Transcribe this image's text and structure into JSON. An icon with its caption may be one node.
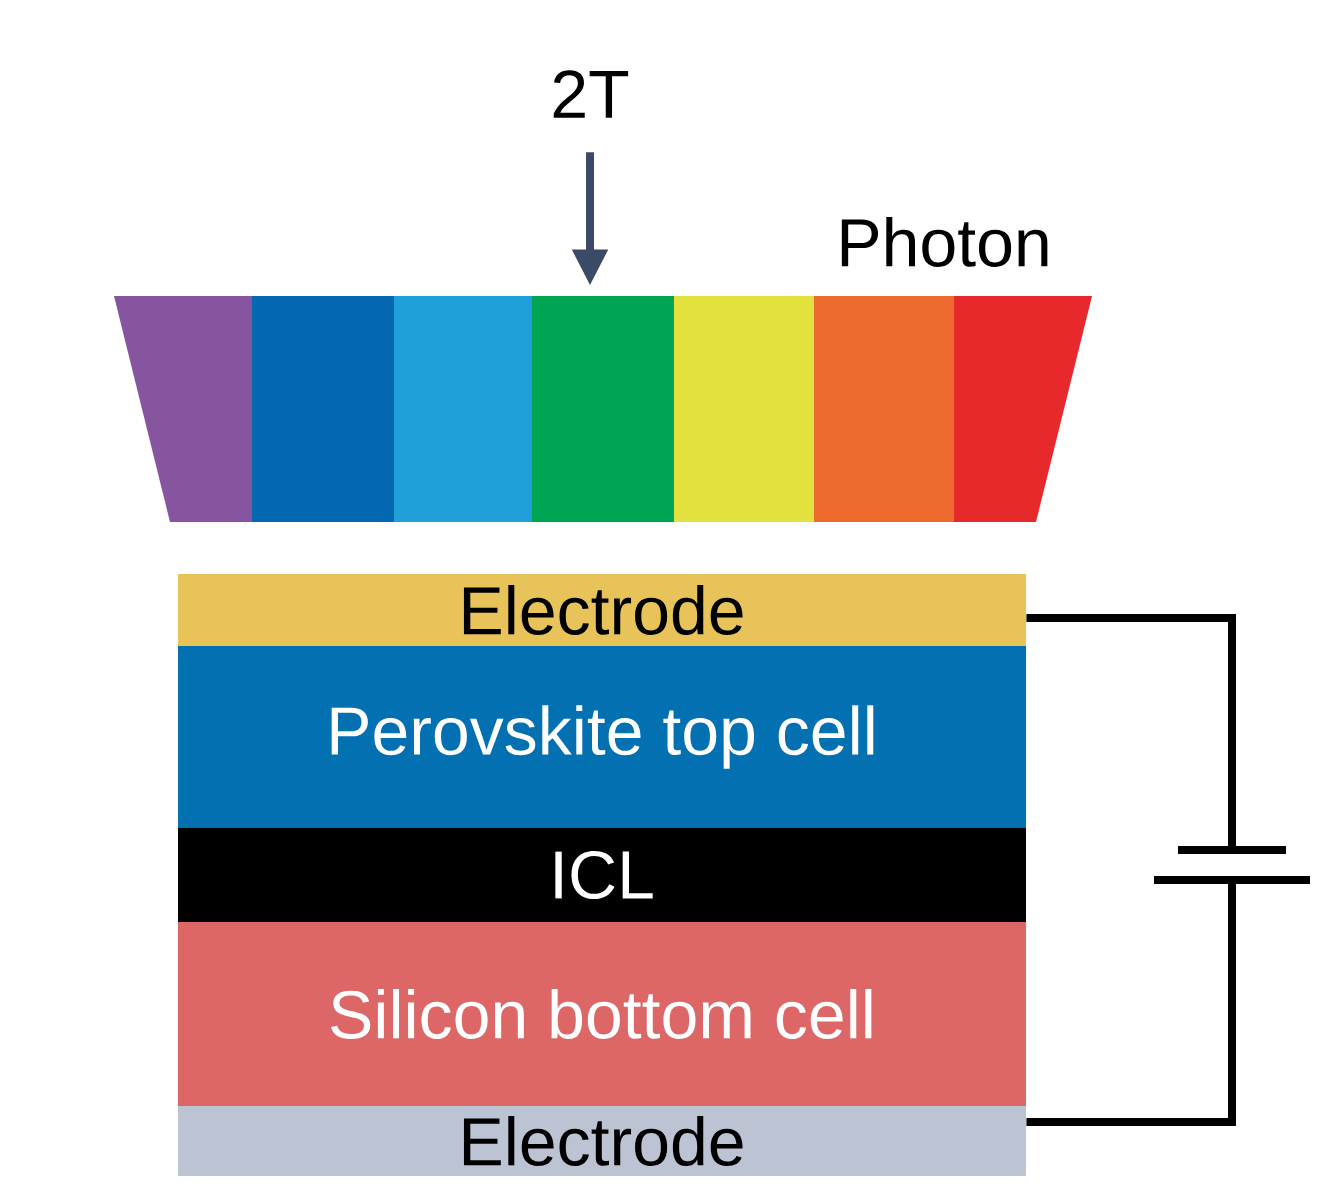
{
  "diagram": {
    "nodes": [
      {
        "text": [
          "2T"
        ]
      },
      {
        "text": [],
        "shape": "trapezoid",
        "beside": [
          "Photon"
        ]
      },
      {
        "text": [
          "Electrode"
        ]
      },
      {
        "text": [
          "Perovskite top cell"
        ]
      },
      {
        "text": [
          "ICL"
        ]
      },
      {
        "text": [
          "Silicon bottom cell"
        ]
      },
      {
        "text": [
          "Electrode"
        ]
      },
      {
        "text": [],
        "shape": "battery"
      }
    ],
    "edges": [
      {
        "from": 0,
        "to": 1,
        "arrow": "to",
        "color": "#3b4a66"
      },
      {
        "from": 2,
        "to": 7,
        "arrow": "none"
      },
      {
        "from": 7,
        "to": 6,
        "arrow": "none"
      }
    ]
  }
}
